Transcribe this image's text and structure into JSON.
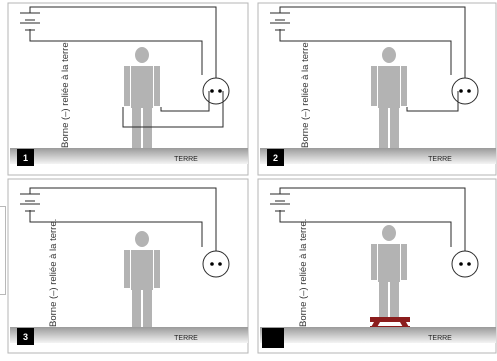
{
  "panels": [
    {
      "number": "1",
      "side_label": "Borne (–) reliée à la terre.",
      "ground_label": "TERRE",
      "person_touches_socket": true,
      "insulating_stool": false
    },
    {
      "number": "2",
      "side_label": "Borne (–) reliée à la terre.",
      "ground_label": "TERRE",
      "person_touches_socket": true,
      "insulating_stool": false
    },
    {
      "number": "3",
      "side_label": "Borne (–) reliée à la terre.",
      "ground_label": "TERRE",
      "person_touches_socket": false,
      "insulating_stool": false
    },
    {
      "number": "",
      "side_label": "Borne (–) reliée à la terre.",
      "ground_label": "TERRE",
      "person_touches_socket": false,
      "insulating_stool": true
    }
  ],
  "colors": {
    "wire": "#2a2a2a",
    "person": "#b3b3b3",
    "ground_top": "#9a9a9a",
    "ground_bottom": "#f4f4f4",
    "badge": "#000000",
    "stool": "#8b1d1d",
    "panel_border": "#b5b5b5"
  },
  "icons": [
    "battery-icon",
    "socket-icon",
    "person-icon",
    "stool-icon"
  ]
}
